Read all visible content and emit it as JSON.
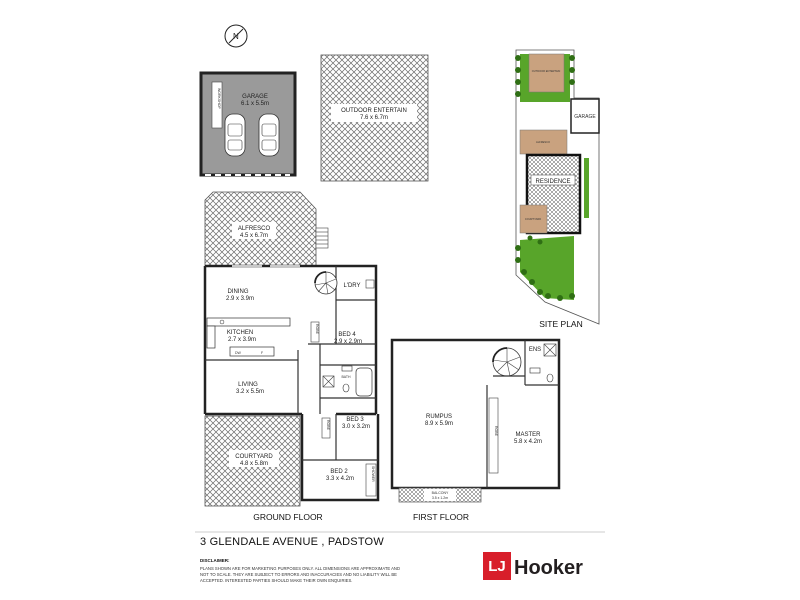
{
  "compass": {
    "label": "N",
    "icon": "compass-north-icon"
  },
  "garage": {
    "name": "GARAGE",
    "size": "6.1 x 5.5m",
    "workshop": "WORKSHOP"
  },
  "outdoor_entertain": {
    "name": "OUTDOOR ENTERTAIN",
    "size": "7.6 x 6.7m"
  },
  "ground_floor": {
    "title": "GROUND FLOOR",
    "rooms": {
      "alfresco": {
        "name": "ALFRESCO",
        "size": "4.5 x 6.7m"
      },
      "dining": {
        "name": "DINING",
        "size": "2.9 x 3.9m"
      },
      "kitchen": {
        "name": "KITCHEN",
        "size": "2.7 x 3.9m"
      },
      "living": {
        "name": "LIVING",
        "size": "3.2 x 5.5m"
      },
      "laundry": {
        "name": "L'DRY"
      },
      "bed4": {
        "name": "BED 4",
        "size": "2.9 x 2.9m"
      },
      "bath": {
        "name": "BATH"
      },
      "bed3": {
        "name": "BED 3",
        "size": "3.0 x 3.2m"
      },
      "bed2": {
        "name": "BED 2",
        "size": "3.3 x 4.2m"
      },
      "courtyard": {
        "name": "COURTYARD",
        "size": "4.8 x 5.8m"
      }
    },
    "fixtures": {
      "robe": "ROBE",
      "dw": "DW",
      "f": "F",
      "shower": "SHOWER"
    }
  },
  "first_floor": {
    "title": "FIRST FLOOR",
    "rooms": {
      "rumpus": {
        "name": "RUMPUS",
        "size": "8.9 x 5.9m"
      },
      "master": {
        "name": "MASTER",
        "size": "5.8 x 4.2m"
      },
      "ensuite": {
        "name": "ENS"
      },
      "balcony": {
        "name": "BALCONY",
        "size": "3.5 x 1.2m"
      }
    },
    "fixtures": {
      "robe": "ROBE"
    }
  },
  "site_plan": {
    "title": "SITE PLAN",
    "labels": {
      "outdoor_entertain": "OUTDOOR ENTERTAIN",
      "garage": "GARAGE",
      "alfresco": "ALFRESCO",
      "residence": "RESIDENCE",
      "courtyard": "COURTYARD"
    }
  },
  "address": "3 GLENDALE AVENUE , PADSTOW",
  "disclaimer": {
    "heading": "DISCLAIMER:",
    "lines": [
      "PLANS SHOWN ARE FOR MARKETING PURPOSES ONLY. ALL DIMENSIONS ARE APPROXIMATE AND",
      "NOT TO SCALE. THEY ARE SUBJECT TO ERRORS AND INACCURACIES AND NO LIABILITY WILL BE",
      "ACCEPTED. INTERESTED PARTIES SHOULD MAKE THEIR OWN ENQUIRIES."
    ]
  },
  "logo": {
    "mark": "LJ",
    "name": "Hooker"
  },
  "colors": {
    "garage_fill": "#9a9a9a",
    "hatch": "#6b6b6b",
    "lawn": "#58a52a",
    "brand_red": "#d81e2a",
    "brand_dark": "#231f20"
  }
}
